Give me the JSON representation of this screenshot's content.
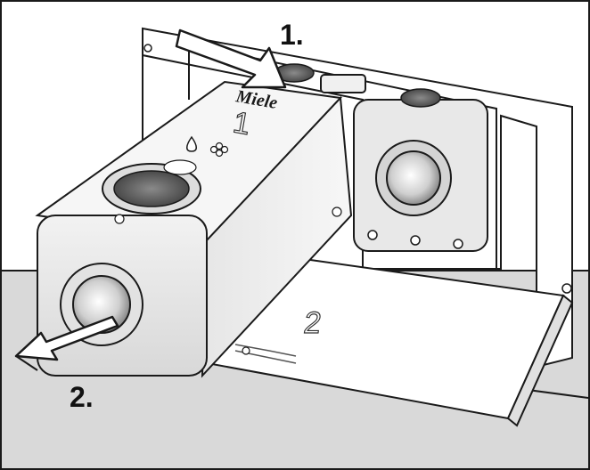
{
  "diagram": {
    "steps": [
      {
        "label": "1."
      },
      {
        "label": "2."
      }
    ],
    "brand": "Miele",
    "cartridge_number": "1",
    "compartment_number": "2",
    "icons": [
      "droplet-icon",
      "flower-icon"
    ],
    "colors": {
      "floor": "#d9d9d9",
      "outline": "#1a1a1a",
      "cartridge": "#f4f4f4"
    }
  }
}
